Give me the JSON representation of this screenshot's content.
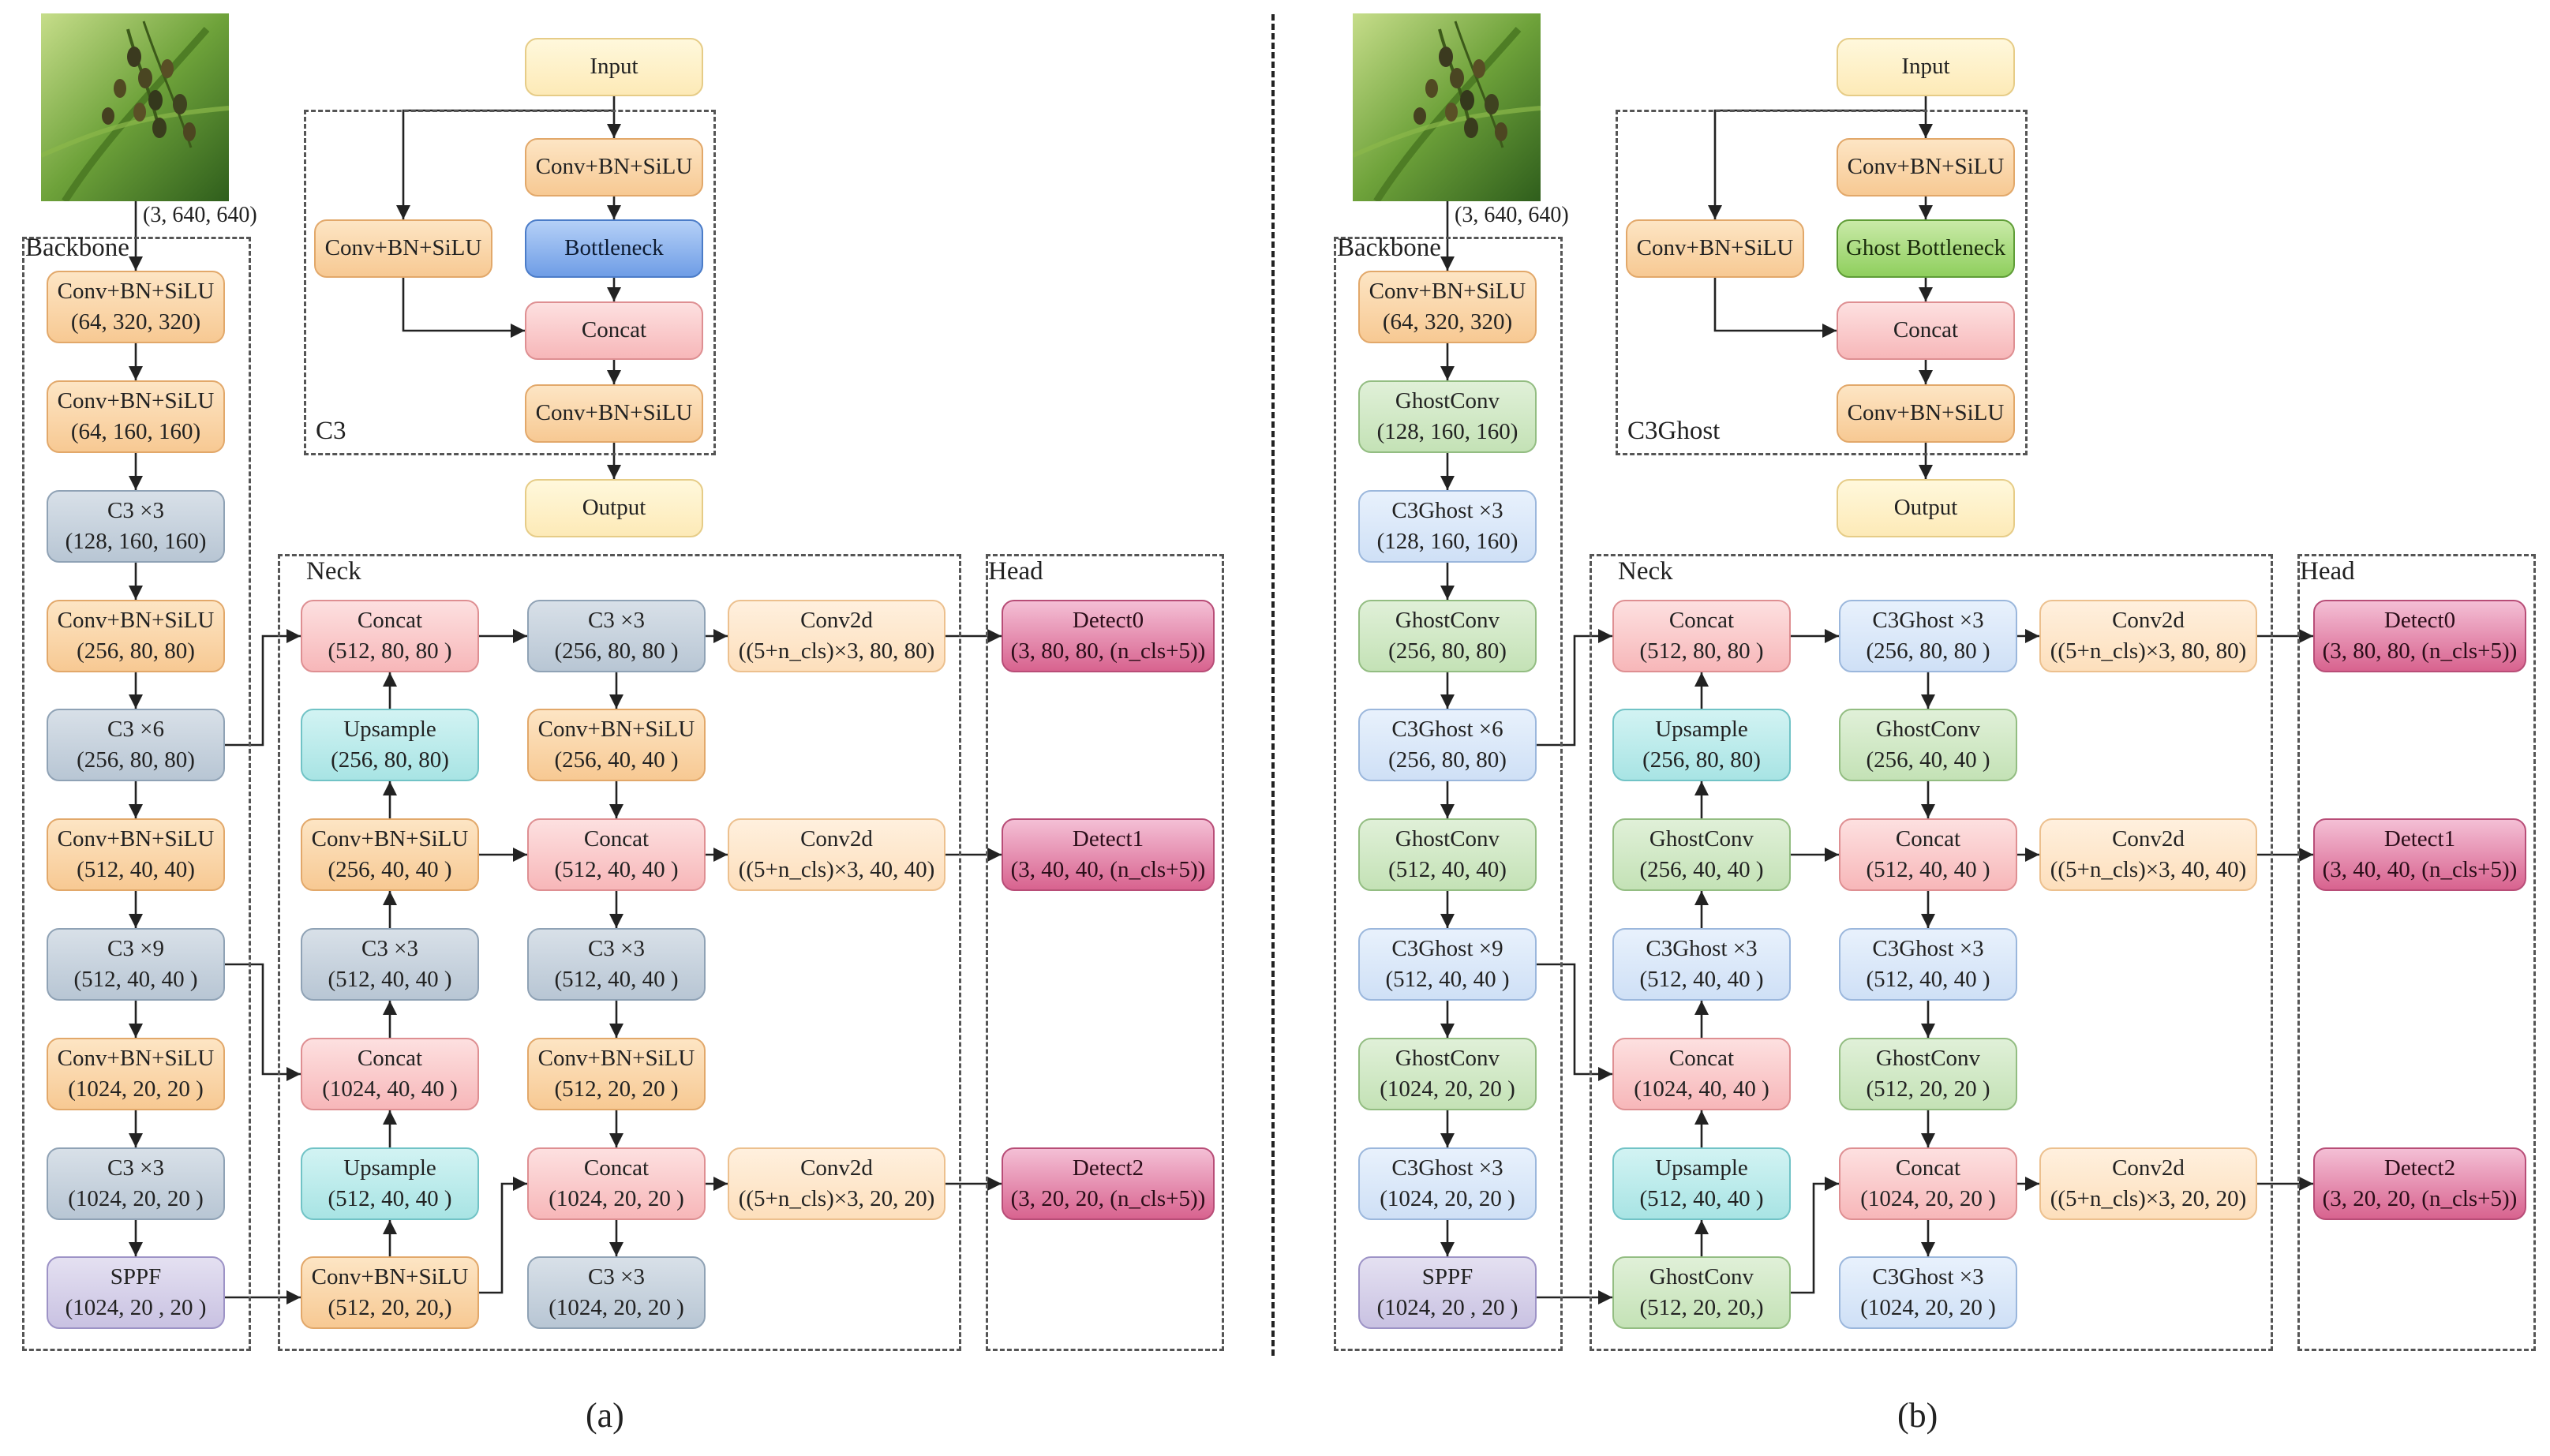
{
  "panel_a": {
    "caption": "(a)",
    "input_shape": "(3, 640, 640)",
    "backbone": {
      "title": "Backbone",
      "nodes": [
        {
          "l1": "Conv+BN+SiLU",
          "l2": "(64, 320, 320)"
        },
        {
          "l1": "Conv+BN+SiLU",
          "l2": "(64, 160, 160)"
        },
        {
          "l1": "C3 ×3",
          "l2": "(128, 160, 160)"
        },
        {
          "l1": "Conv+BN+SiLU",
          "l2": "(256, 80, 80)"
        },
        {
          "l1": "C3 ×6",
          "l2": "(256, 80, 80)"
        },
        {
          "l1": "Conv+BN+SiLU",
          "l2": "(512, 40, 40)"
        },
        {
          "l1": "C3 ×9",
          "l2": "(512, 40, 40 )"
        },
        {
          "l1": "Conv+BN+SiLU",
          "l2": "(1024, 20, 20 )"
        },
        {
          "l1": "C3 ×3",
          "l2": "(1024, 20, 20 )"
        },
        {
          "l1": "SPPF",
          "l2": "(1024, 20 , 20 )"
        }
      ]
    },
    "block": {
      "title": "C3",
      "input": "Input",
      "left": "Conv+BN+SiLU",
      "top": "Conv+BN+SiLU",
      "middle": "Bottleneck",
      "concat": "Concat",
      "bottom": "Conv+BN+SiLU",
      "output": "Output"
    },
    "neck": {
      "title": "Neck",
      "col1": [
        {
          "l1": "Concat",
          "l2": "(512, 80, 80 )"
        },
        {
          "l1": "Upsample",
          "l2": "(256, 80, 80)"
        },
        {
          "l1": "Conv+BN+SiLU",
          "l2": "(256, 40, 40 )"
        },
        {
          "l1": "C3 ×3",
          "l2": "(512, 40, 40 )"
        },
        {
          "l1": "Concat",
          "l2": "(1024, 40, 40 )"
        },
        {
          "l1": "Upsample",
          "l2": "(512, 40, 40 )"
        },
        {
          "l1": "Conv+BN+SiLU",
          "l2": "(512, 20, 20,)"
        }
      ],
      "col2": [
        {
          "l1": "C3 ×3",
          "l2": "(256, 80, 80 )"
        },
        {
          "l1": "Conv+BN+SiLU",
          "l2": "(256, 40, 40 )"
        },
        {
          "l1": "Concat",
          "l2": "(512, 40, 40 )"
        },
        {
          "l1": "C3 ×3",
          "l2": "(512, 40, 40 )"
        },
        {
          "l1": "Conv+BN+SiLU",
          "l2": "(512, 20, 20 )"
        },
        {
          "l1": "Concat",
          "l2": "(1024, 20, 20 )"
        },
        {
          "l1": "C3 ×3",
          "l2": "(1024, 20, 20 )"
        }
      ],
      "conv2d": [
        {
          "l1": "Conv2d",
          "l2": "((5+n_cls)×3, 80, 80)"
        },
        {
          "l1": "Conv2d",
          "l2": "((5+n_cls)×3, 40, 40)"
        },
        {
          "l1": "Conv2d",
          "l2": "((5+n_cls)×3, 20, 20)"
        }
      ]
    },
    "head": {
      "title": "Head",
      "detect": [
        {
          "l1": "Detect0",
          "l2": "(3, 80, 80, (n_cls+5))"
        },
        {
          "l1": "Detect1",
          "l2": "(3, 40, 40, (n_cls+5))"
        },
        {
          "l1": "Detect2",
          "l2": "(3, 20, 20, (n_cls+5))"
        }
      ]
    }
  },
  "panel_b": {
    "caption": "(b)",
    "input_shape": "(3, 640, 640)",
    "backbone": {
      "title": "Backbone",
      "nodes": [
        {
          "l1": "Conv+BN+SiLU",
          "l2": "(64, 320, 320)"
        },
        {
          "l1": "GhostConv",
          "l2": "(128, 160, 160)"
        },
        {
          "l1": "C3Ghost ×3",
          "l2": "(128, 160, 160)"
        },
        {
          "l1": "GhostConv",
          "l2": "(256, 80, 80)"
        },
        {
          "l1": "C3Ghost ×6",
          "l2": "(256, 80, 80)"
        },
        {
          "l1": "GhostConv",
          "l2": "(512, 40, 40)"
        },
        {
          "l1": "C3Ghost ×9",
          "l2": "(512, 40, 40 )"
        },
        {
          "l1": "GhostConv",
          "l2": "(1024, 20, 20 )"
        },
        {
          "l1": "C3Ghost ×3",
          "l2": "(1024, 20, 20 )"
        },
        {
          "l1": "SPPF",
          "l2": "(1024, 20 , 20 )"
        }
      ]
    },
    "block": {
      "title": "C3Ghost",
      "input": "Input",
      "left": "Conv+BN+SiLU",
      "top": "Conv+BN+SiLU",
      "middle": "Ghost Bottleneck",
      "concat": "Concat",
      "bottom": "Conv+BN+SiLU",
      "output": "Output"
    },
    "neck": {
      "title": "Neck",
      "col1": [
        {
          "l1": "Concat",
          "l2": "(512, 80, 80 )"
        },
        {
          "l1": "Upsample",
          "l2": "(256, 80, 80)"
        },
        {
          "l1": "GhostConv",
          "l2": "(256, 40, 40 )"
        },
        {
          "l1": "C3Ghost ×3",
          "l2": "(512, 40, 40 )"
        },
        {
          "l1": "Concat",
          "l2": "(1024, 40, 40 )"
        },
        {
          "l1": "Upsample",
          "l2": "(512, 40, 40 )"
        },
        {
          "l1": "GhostConv",
          "l2": "(512, 20, 20,)"
        }
      ],
      "col2": [
        {
          "l1": "C3Ghost ×3",
          "l2": "(256, 80, 80 )"
        },
        {
          "l1": "GhostConv",
          "l2": "(256, 40, 40 )"
        },
        {
          "l1": "Concat",
          "l2": "(512, 40, 40 )"
        },
        {
          "l1": "C3Ghost ×3",
          "l2": "(512, 40, 40 )"
        },
        {
          "l1": "GhostConv",
          "l2": "(512, 20, 20 )"
        },
        {
          "l1": "Concat",
          "l2": "(1024, 20, 20 )"
        },
        {
          "l1": "C3Ghost ×3",
          "l2": "(1024, 20, 20 )"
        }
      ],
      "conv2d": [
        {
          "l1": "Conv2d",
          "l2": "((5+n_cls)×3, 80, 80)"
        },
        {
          "l1": "Conv2d",
          "l2": "((5+n_cls)×3, 40, 40)"
        },
        {
          "l1": "Conv2d",
          "l2": "((5+n_cls)×3, 20, 20)"
        }
      ]
    },
    "head": {
      "title": "Head",
      "detect": [
        {
          "l1": "Detect0",
          "l2": "(3, 80, 80, (n_cls+5))"
        },
        {
          "l1": "Detect1",
          "l2": "(3, 40, 40, (n_cls+5))"
        },
        {
          "l1": "Detect2",
          "l2": "(3, 20, 20, (n_cls+5))"
        }
      ]
    }
  }
}
